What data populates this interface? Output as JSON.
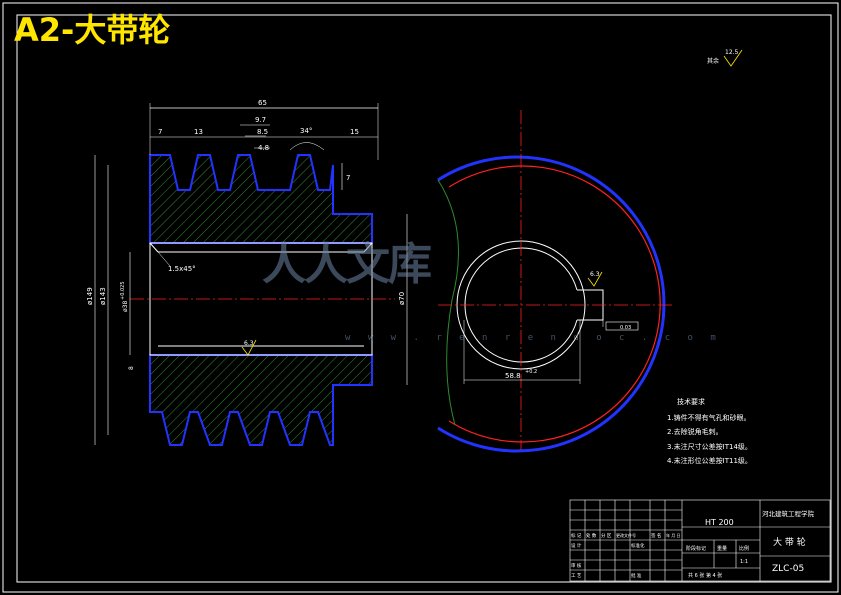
{
  "title": "A2-大带轮",
  "roughness": {
    "label": "其余",
    "value": "12.5"
  },
  "dims": {
    "overall": "65",
    "d7": "7",
    "d13": "13",
    "d97": "9.7",
    "d85": "8.5",
    "d48": "4.8",
    "angle": "34°",
    "d15": "15",
    "d7v": "7",
    "dia149": "ø149",
    "dia143": "ø143",
    "bore": "ø38",
    "bore_tol": "+0.025",
    "dia70": "ø70",
    "chamfer": "1.5x45°",
    "rough1": "6.3",
    "rough2": "6.3",
    "keyway": "58.8",
    "keyway_tol": "+0.2",
    "tol_frame": "0.03",
    "dim8": "8"
  },
  "watermark": {
    "cn": "人人文库",
    "url": "w w w . r e n r e n d o c . c o m"
  },
  "notes": {
    "heading": "技术要求",
    "items": [
      "1.铸件不得有气孔和砂眼。",
      "2.去除锐角毛刺。",
      "3.未注尺寸公差按IT14级。",
      "4.未注形位公差按IT11级。"
    ]
  },
  "title_block": {
    "material": "HT 200",
    "school": "河北建筑工程学院",
    "part_name": "大 带 轮",
    "drawing_no": "ZLC-05",
    "scale": "1:1",
    "sheet": "共 6 张  第 4 张",
    "stage_label": "阶段标记",
    "weight_label": "重量",
    "scale_label": "比例",
    "row_labels": [
      "标 记",
      "处 数",
      "分 区",
      "更改文件号",
      "签 名",
      "年 月 日"
    ],
    "design_label": "设 计",
    "std_label": "标准化",
    "craft_label": "工 艺",
    "approve_label": "批 准",
    "review_label": "审 核"
  }
}
